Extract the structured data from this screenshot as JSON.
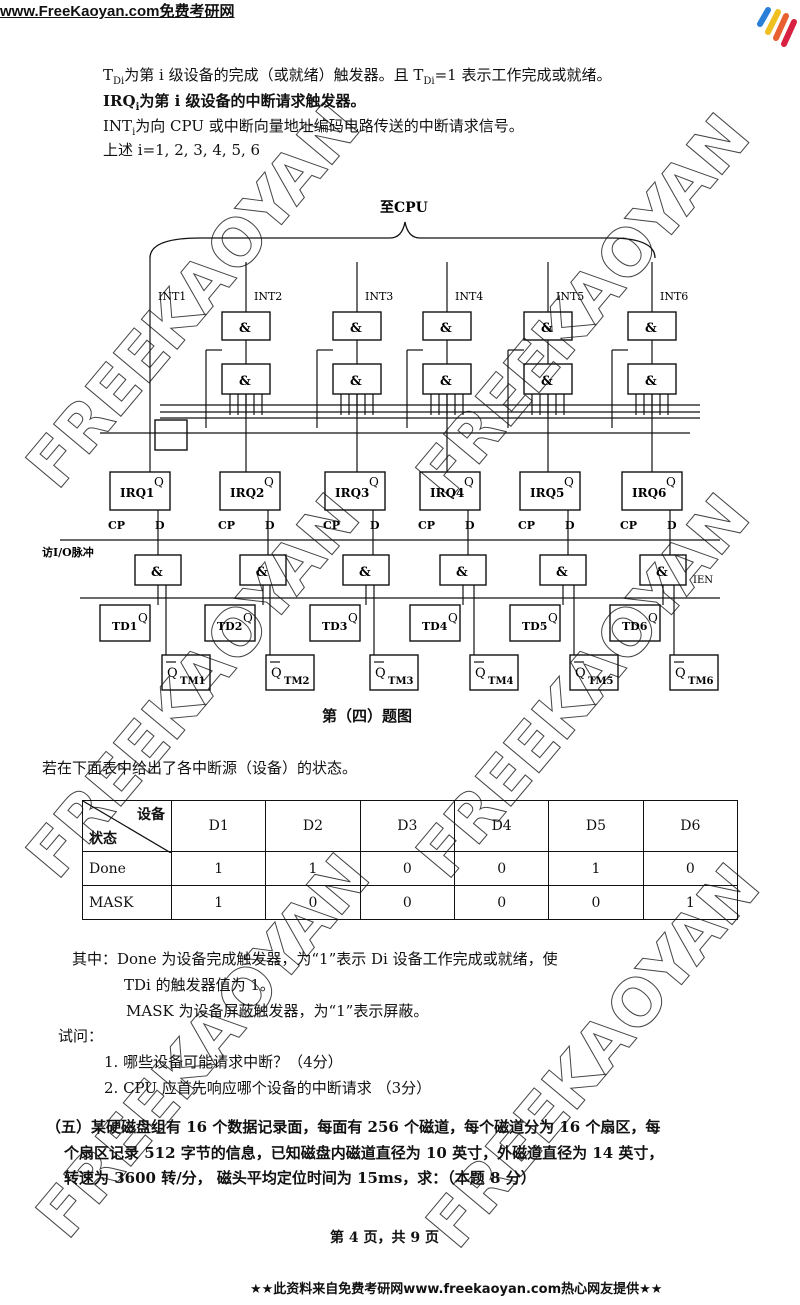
{
  "header": {
    "site": "www.FreeKaoyan.com免费考研网"
  },
  "intro": {
    "line1_prefix": "T",
    "line1_sub": "Di",
    "line1_text": "为第 i 级设备的完成（或就绪）触发器。且 T",
    "line1_sub2": "Di",
    "line1_end": "=1 表示工作完成或就绪。",
    "line2_prefix": "IRQ",
    "line2_sub": "i",
    "line2_text": "为第 i 级设备的中断请求触发器。",
    "line3_prefix": "INT",
    "line3_sub": "i",
    "line3_text": "为向 CPU 或中断向量地址编码电路传送的中断请求信号。",
    "line4": "上述 i=1, 2, 3, 4, 5, 6"
  },
  "diagram": {
    "to_cpu": "至CPU",
    "and_label": "&",
    "int_labels": [
      "INT1",
      "INT2",
      "INT3",
      "INT4",
      "INT5",
      "INT6"
    ],
    "irq_labels": [
      "IRQ1",
      "IRQ2",
      "IRQ3",
      "IRQ4",
      "IRQ5",
      "IRQ6"
    ],
    "q": "Q",
    "cp": "CP",
    "d": "D",
    "io_pulse": "访I/O脉冲",
    "ien": "IEN",
    "td_labels": [
      "TD1",
      "TD2",
      "TD3",
      "TD4",
      "TD5",
      "TD6"
    ],
    "tm_labels": [
      "TM1",
      "TM2",
      "TM3",
      "TM4",
      "TM5",
      "TM6"
    ],
    "caption": "第（四）题图"
  },
  "table_intro": "若在下面表中给出了各中断源（设备）的状态。",
  "table": {
    "corner_top": "设备",
    "corner_bottom": "状态",
    "columns": [
      "D1",
      "D2",
      "D3",
      "D4",
      "D5",
      "D6"
    ],
    "rows": [
      {
        "label": "Done",
        "values": [
          "1",
          "1",
          "0",
          "0",
          "1",
          "0"
        ]
      },
      {
        "label": "MASK",
        "values": [
          "1",
          "0",
          "0",
          "0",
          "0",
          "1"
        ]
      }
    ]
  },
  "notes": {
    "n1": "其中：Done 为设备完成触发器，为“1”表示 Di 设备工作完成或就绪，使",
    "n2": "TDi 的触发器值为 1。",
    "n3": "MASK 为设备屏蔽触发器，为“1”表示屏蔽。",
    "ask": "试问：",
    "q1": "1.  哪些设备可能请求中断？（4分）",
    "q2": "2.  CPU 应首先响应哪个设备的中断请求  （3分）"
  },
  "problem5": {
    "l1": "（五）某硬磁盘组有 16 个数据记录面，每面有 256 个磁道，每个磁道分为 16 个扇区，每",
    "l2": "个扇区记录 512 字节的信息，已知磁盘内磁道直径为 10 英寸，外磁道直径为 14 英寸，",
    "l3": "转速为 3600 转/分，  磁头平均定位时间为 15ms，求：（本题 8 分）"
  },
  "footer": {
    "page": "第 4 页，共 9 页",
    "banner": "★★此资料来自免费考研网www.freekaoyan.com热心网友提供★★"
  },
  "watermark": "FREEKAOYAN"
}
